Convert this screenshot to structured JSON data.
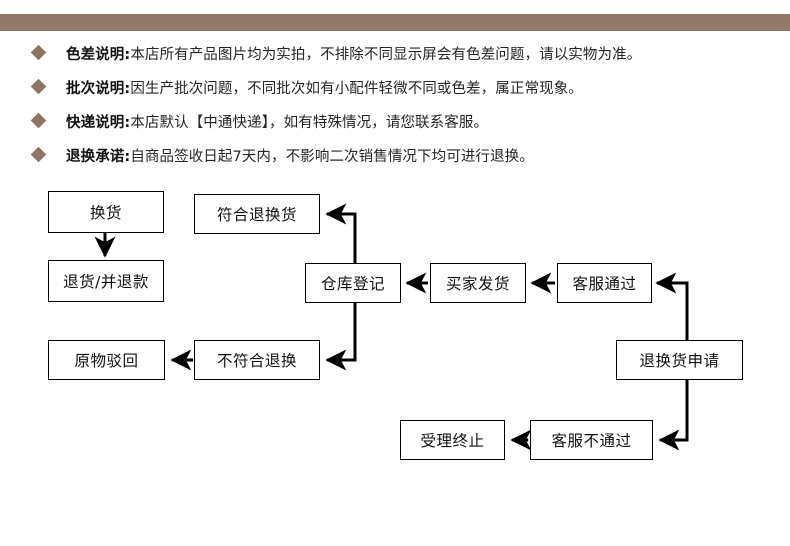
{
  "top_bar": {
    "color": "#917868"
  },
  "notices": {
    "bullet_icon": "diamond-icon",
    "bullet_color": "#8d7463",
    "items": [
      {
        "label": "色差说明:",
        "text": "本店所有产品图片均为实拍，不排除不同显示屏会有色差问题，请以实物为准。"
      },
      {
        "label": "批次说明:",
        "text": "因生产批次问题，不同批次如有小配件轻微不同或色差，属正常现象。"
      },
      {
        "label": "快递说明:",
        "text": "本店默认【中通快递】，如有特殊情况，请您联系客服。"
      },
      {
        "label": "退换承诺:",
        "text": "自商品签收日起7天内，不影响二次销售情况下均可进行退换。"
      }
    ]
  },
  "flowchart": {
    "border_color": "#000000",
    "nodes": [
      {
        "id": "huanhuo",
        "label": "换货"
      },
      {
        "id": "tuihuo-tuikuan",
        "label": "退货/并退款"
      },
      {
        "id": "fuhe-tuihuanhuo",
        "label": "符合退换货"
      },
      {
        "id": "cangku-dengji",
        "label": "仓库登记"
      },
      {
        "id": "maijia-fahuo",
        "label": "买家发货"
      },
      {
        "id": "kefu-tongguo",
        "label": "客服通过"
      },
      {
        "id": "tuihuanhuo-shenqing",
        "label": "退换货申请"
      },
      {
        "id": "yuanwu-bohui",
        "label": "原物驳回"
      },
      {
        "id": "bufuhe-tuihuan",
        "label": "不符合退换"
      },
      {
        "id": "shouli-zhongzhi",
        "label": "受理终止"
      },
      {
        "id": "kefu-butongguo",
        "label": "客服不通过"
      }
    ]
  }
}
